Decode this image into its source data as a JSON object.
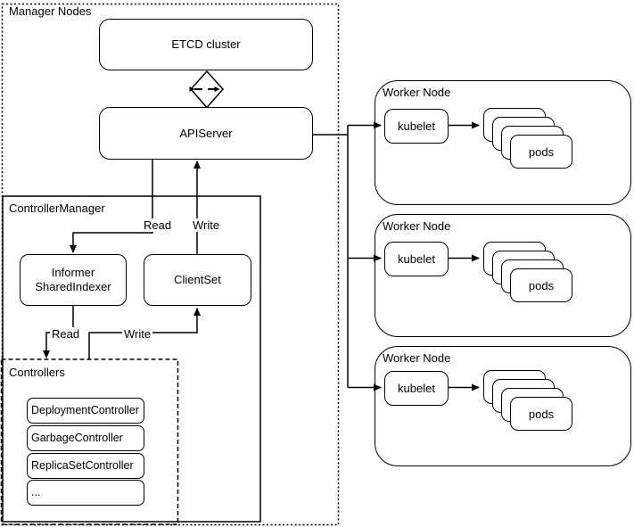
{
  "colors": {
    "stroke": "#000000",
    "background": "#ffffff",
    "text": "#000000"
  },
  "manager_nodes": {
    "title": "Manager Nodes"
  },
  "etcd": {
    "label": "ETCD cluster"
  },
  "apiserver": {
    "label": "APIServer"
  },
  "controller_manager": {
    "title": "ControllerManager"
  },
  "informer": {
    "line1": "Informer",
    "line2": "SharedIndexer"
  },
  "clientset": {
    "label": "ClientSet"
  },
  "edge_labels": {
    "api_read": "Read",
    "api_write": "Write",
    "ctrl_read": "Read",
    "ctrl_write": "Write"
  },
  "controllers": {
    "title": "Controllers",
    "items": [
      "DeploymentController",
      "GarbageController",
      "ReplicaSetController",
      "..."
    ]
  },
  "worker_nodes": [
    {
      "title": "Worker Node",
      "kubelet": "kubelet",
      "pods": "pods"
    },
    {
      "title": "Worker Node",
      "kubelet": "kubelet",
      "pods": "pods"
    },
    {
      "title": "Worker Node",
      "kubelet": "kubelet",
      "pods": "pods"
    }
  ]
}
